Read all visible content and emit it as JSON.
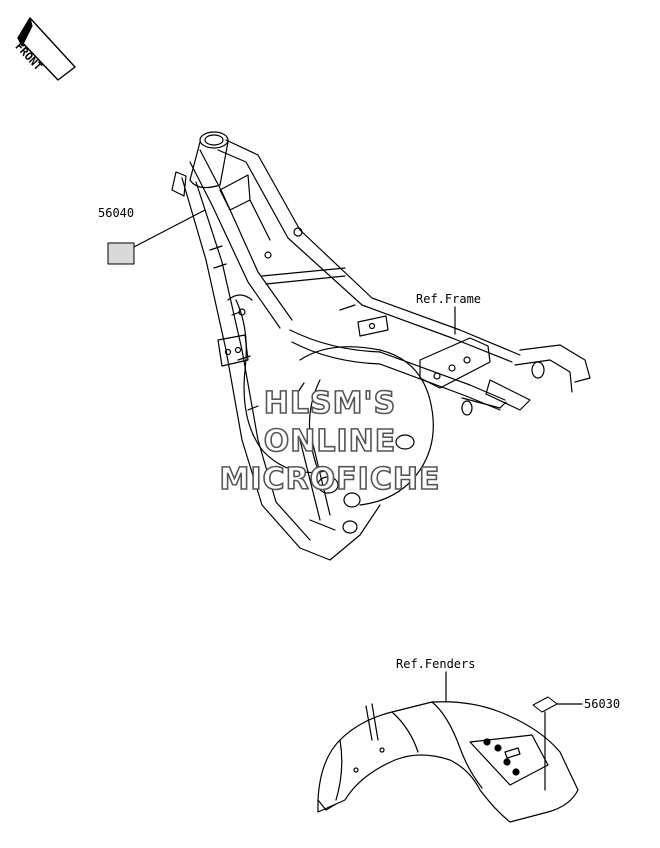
{
  "badge": {
    "text": "FRONT"
  },
  "labels": {
    "decal_top_part": "56040",
    "ref_frame": "Ref.Frame",
    "ref_fenders": "Ref.Fenders",
    "decal_fender_part": "56030"
  },
  "watermark": {
    "line1": "HLSM'S",
    "line2": "ONLINE",
    "line3": "MICROFICHE"
  },
  "icons": {
    "front_badge": "arrow-badge-icon"
  }
}
